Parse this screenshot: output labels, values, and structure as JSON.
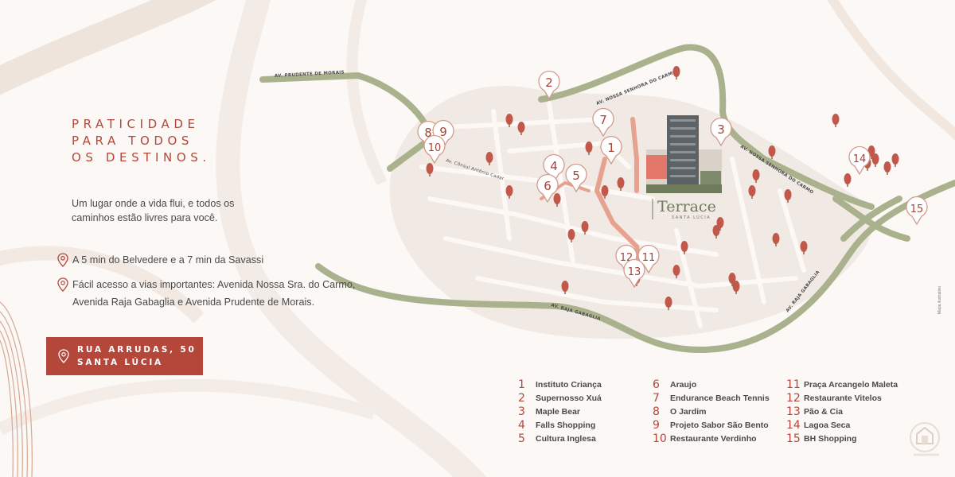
{
  "headline": {
    "line1": "PRATICIDADE",
    "line2": "PARA TODOS",
    "line3": "OS DESTINOS."
  },
  "intro": "Um lugar onde a vida flui, e todos os caminhos estão livres para você.",
  "bullets": [
    {
      "icon": "location-pin-icon",
      "text": "A 5 min do Belvedere e a 7 min da Savassi"
    },
    {
      "icon": "location-pin-icon",
      "text": "Fácil acesso a vias importantes: Avenida Nossa Sra. do Carmo, Avenida Raja Gabaglia e Avenida Prudente de Morais."
    }
  ],
  "address": {
    "icon": "location-pin-icon",
    "line1": "RUA ARRUDAS, 50",
    "line2": "SANTA LÚCIA"
  },
  "map": {
    "roads": {
      "prudente": "AV. PRUDENTE DE MORAIS",
      "consul": "Av. Cônsul Antônio Cadar",
      "carmo_top": "AV. NOSSA SENHORA DO CARMO",
      "carmo_right": "AV. NOSSA SENHORA DO CARMO",
      "raja_left": "AV. RAJA GABAGLIA",
      "raja_right": "AV. RAJA GABAGLIA"
    },
    "brand": {
      "name": "Terrace",
      "subtitle": "SANTA LÚCIA"
    },
    "pins": [
      "1",
      "2",
      "3",
      "4",
      "5",
      "6",
      "7",
      "8",
      "9",
      "10",
      "11",
      "12",
      "13",
      "14",
      "15"
    ]
  },
  "legend": [
    [
      {
        "num": "1",
        "name": "Instituto Criança"
      },
      {
        "num": "2",
        "name": "Supernosso Xuá"
      },
      {
        "num": "3",
        "name": "Maple Bear"
      },
      {
        "num": "4",
        "name": "Falls Shopping"
      },
      {
        "num": "5",
        "name": "Cultura Inglesa"
      }
    ],
    [
      {
        "num": "6",
        "name": "Araujo"
      },
      {
        "num": "7",
        "name": "Endurance Beach Tennis"
      },
      {
        "num": "8",
        "name": "O Jardim"
      },
      {
        "num": "9",
        "name": "Projeto Sabor São Bento"
      },
      {
        "num": "10",
        "name": "Restaurante Verdinho"
      }
    ],
    [
      {
        "num": "11",
        "name": "Praça Arcangelo Maleta"
      },
      {
        "num": "12",
        "name": "Restaurante Vitelos"
      },
      {
        "num": "13",
        "name": "Pão & Cia"
      },
      {
        "num": "14",
        "name": "Lagoa Seca"
      },
      {
        "num": "15",
        "name": "BH Shopping"
      }
    ]
  ],
  "side_note": "Mapa ilustrativo",
  "colors": {
    "accent": "#b5473a",
    "road": "#a9ae88",
    "text": "#4a4a4a",
    "background": "#fbf8f5"
  }
}
